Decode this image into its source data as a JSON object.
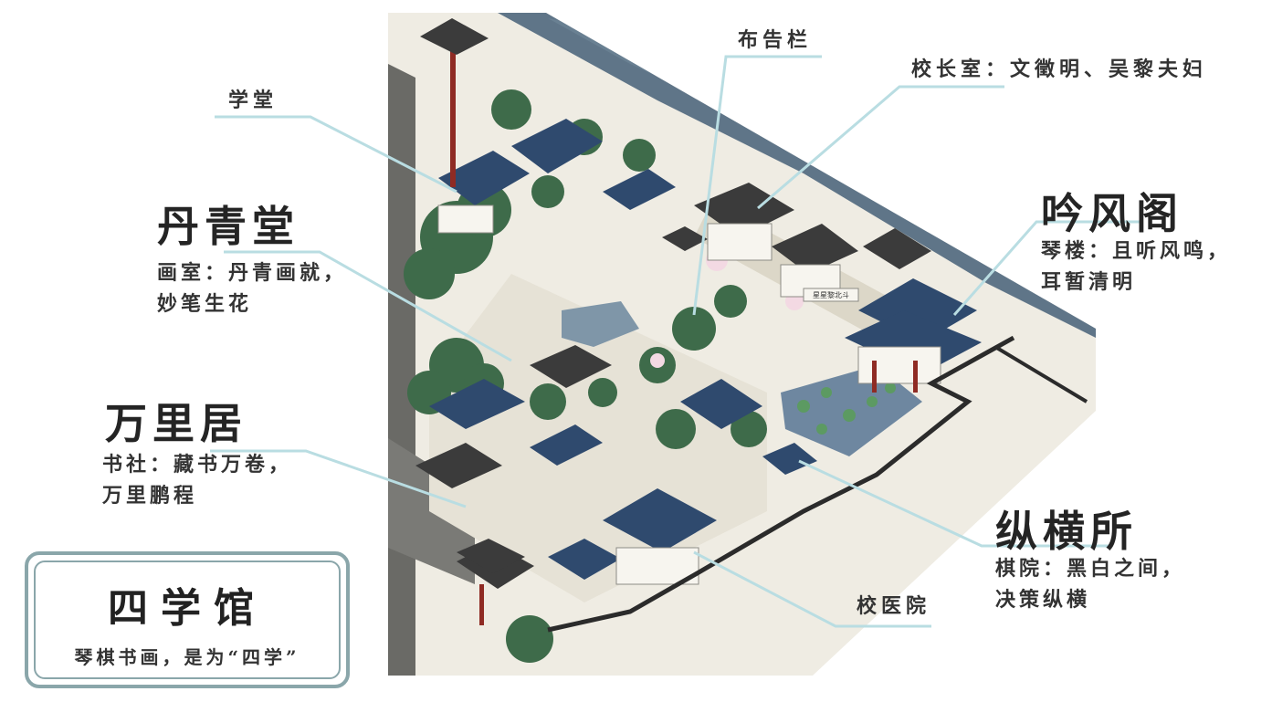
{
  "labels": {
    "xuetang": "学堂",
    "bugaolan": "布告栏",
    "xiaozhangshi": "校长室：文徵明、吴黎夫妇",
    "danqingtang": "丹青堂",
    "danqing_desc": [
      "画室：丹青画就，",
      "妙笔生花"
    ],
    "yinfengge": "吟风阁",
    "yinfeng_desc": [
      "琴楼：且听风鸣，",
      "耳暂清明"
    ],
    "wanliju": "万里居",
    "wanli_desc": [
      "书社：藏书万卷，",
      "万里鹏程"
    ],
    "zonghengsuo": "纵横所",
    "zongheng_desc": [
      "棋院：黑白之间，",
      "决策纵横"
    ],
    "xiaoyiyuan": "校医院",
    "sign_text": "星星黎北斗"
  },
  "badge": {
    "title": "四学馆",
    "subtitle": "琴棋书画，是为“四学”"
  },
  "colors": {
    "leader_line": "#b9dde2",
    "roof": "#2f4a6e",
    "wall": "#efece3",
    "water": "#5f7588",
    "tree": "#3e6b4a",
    "paving": "#e6e2d6",
    "badge_border": "#8aa6aa"
  }
}
